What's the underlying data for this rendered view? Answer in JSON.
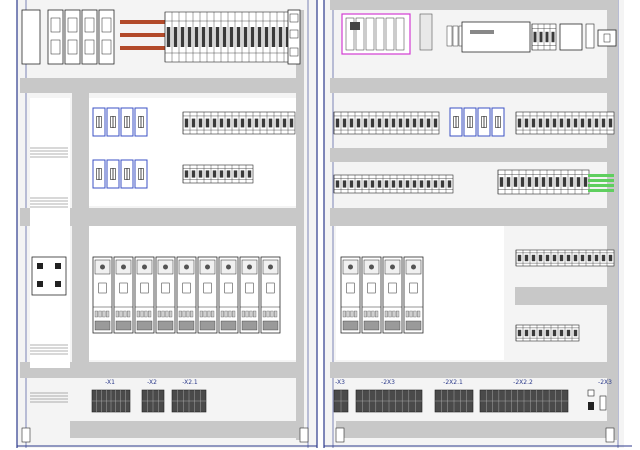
{
  "title": "",
  "colors": {
    "frame": "#2c3a8c",
    "panel_bg": "#f4f4f4",
    "duct": "#c8c8c8",
    "device_outline": "#2a2a2a",
    "breaker_blue": "#3b52c4",
    "busbar": "#b24a2a",
    "highlight_magenta": "#d23cd2",
    "terminal_green": "#5fcf5f"
  },
  "labels": {
    "left_terminal_1": "-X1",
    "left_terminal_2": "-X2",
    "left_terminal_3": "-X2.1",
    "right_terminal_1": "-X3",
    "right_terminal_2": "-2X3",
    "right_terminal_3": "-2X2.1",
    "right_terminal_4": "-2X2.2",
    "right_terminal_5": "-2X3"
  }
}
